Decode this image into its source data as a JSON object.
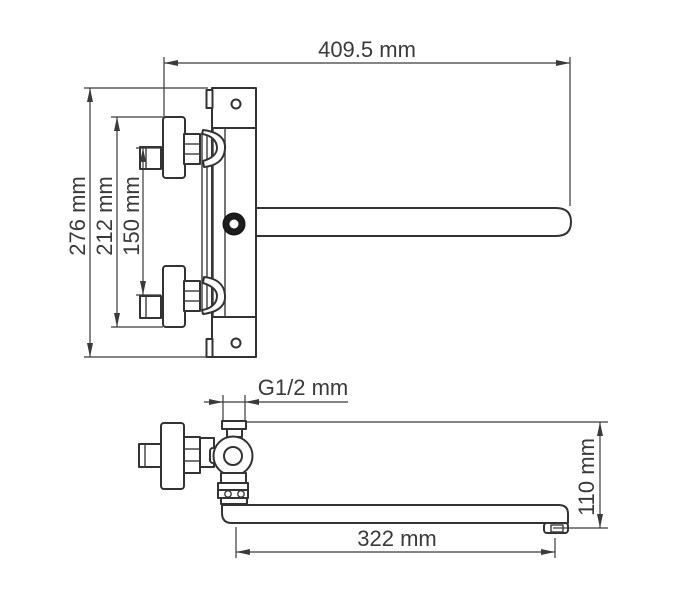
{
  "drawing": {
    "type": "faucet-technical-dimension-drawing",
    "views": {
      "front_view": {
        "dimensions": {
          "overall_width": {
            "label": "409.5 mm"
          },
          "overall_height": {
            "label": "276 mm"
          },
          "mounting_height": {
            "label": "212 mm"
          },
          "connection_spacing": {
            "label": "150 mm"
          }
        }
      },
      "side_view": {
        "dimensions": {
          "thread_size": {
            "label": "G1/2 mm"
          },
          "spout_length": {
            "label": "322 mm"
          },
          "spout_drop": {
            "label": "110 mm"
          }
        }
      }
    },
    "colors": {
      "background": "#ffffff",
      "part_line": "#333333",
      "dimension_line": "#3a3a3a",
      "dark_fill": "#1c1c1c"
    }
  }
}
